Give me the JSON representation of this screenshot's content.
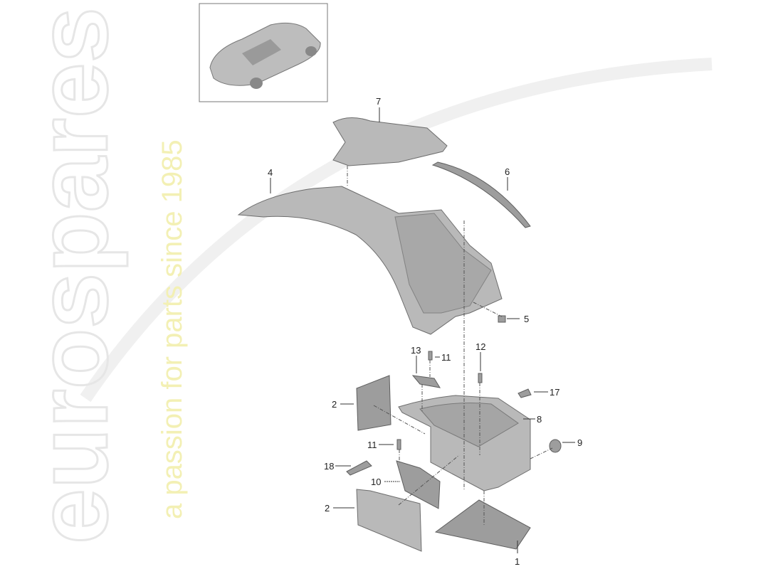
{
  "watermark": {
    "brand": "eurospares",
    "tagline": "a passion for parts since 1985",
    "colors": {
      "brand": "#e6e6e6",
      "tagline": "#f3f0b4"
    }
  },
  "thumbnail": {
    "subject": "car-overview"
  },
  "callouts": [
    {
      "id": "c7",
      "label": "7"
    },
    {
      "id": "c4",
      "label": "4"
    },
    {
      "id": "c6",
      "label": "6"
    },
    {
      "id": "c5",
      "label": "5"
    },
    {
      "id": "c13",
      "label": "13"
    },
    {
      "id": "c11a",
      "label": "11"
    },
    {
      "id": "c12",
      "label": "12"
    },
    {
      "id": "c17",
      "label": "17"
    },
    {
      "id": "c2a",
      "label": "2"
    },
    {
      "id": "c8",
      "label": "8"
    },
    {
      "id": "c9",
      "label": "9"
    },
    {
      "id": "c11b",
      "label": "11"
    },
    {
      "id": "c18",
      "label": "18"
    },
    {
      "id": "c10",
      "label": "10"
    },
    {
      "id": "c2b",
      "label": "2"
    },
    {
      "id": "c1",
      "label": "1"
    }
  ]
}
